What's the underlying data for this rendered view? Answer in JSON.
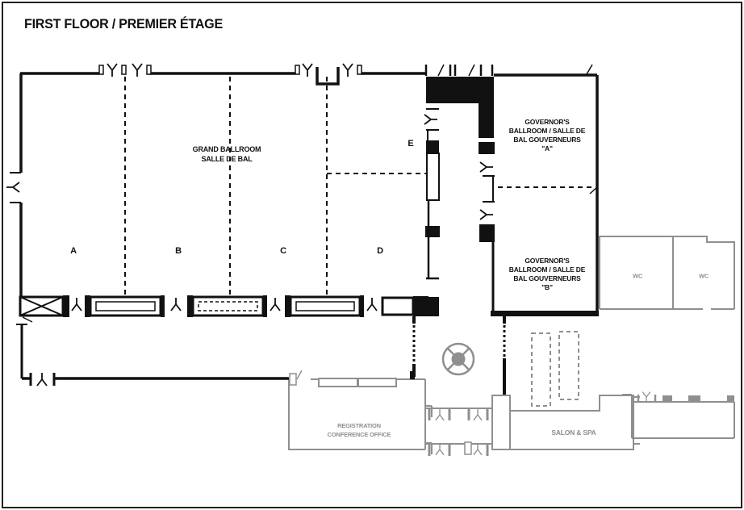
{
  "title": "FIRST FLOOR / PREMIER ÉTAGE",
  "colors": {
    "wall": "#111111",
    "service": "#8f8f8f"
  },
  "labels": {
    "grand_ballroom": "GRAND BALLROOM\nSALLE DE BAL",
    "governors_a": "GOVERNOR'S\nBALLROOM / SALLE DE\nBAL GOUVERNEURS\n\"A\"",
    "governors_b": "GOVERNOR'S\nBALLROOM / SALLE DE\nBAL GOUVERNEURS\n\"B\"",
    "registration": "REGISTRATION\nCONFERENCE OFFICE",
    "salon_spa": "SALON & SPA",
    "wc_left": "WC",
    "wc_right": "WC"
  },
  "sections": [
    "A",
    "B",
    "C",
    "D",
    "E"
  ]
}
